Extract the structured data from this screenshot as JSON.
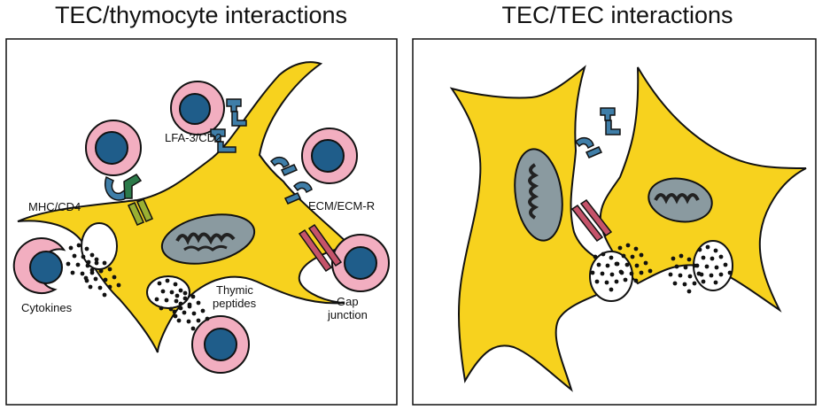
{
  "panels": {
    "left": {
      "title": "TEC/thymocyte interactions",
      "labels": {
        "lfa": "LFA-3/CD2",
        "mhc": "MHC/CD4",
        "ecm": "ECM/ECM-R",
        "cytokines": "Cytokines",
        "thymic_1": "Thymic",
        "thymic_2": "peptides",
        "gap_1": "Gap",
        "gap_2": "junction"
      }
    },
    "right": {
      "title": "TEC/TEC interactions"
    }
  },
  "colors": {
    "tec_cell": "#f7d21e",
    "thymocyte_ring": "#f2aec0",
    "thymocyte_nucleus": "#1f5d8a",
    "tec_nucleus": "#8a9aa0",
    "adhesion_molecule": "#3f7ea8",
    "mhc_cd4": "#2c7a4a",
    "gap_junction": "#c5536a",
    "outline": "#111111"
  },
  "icons": [
    "thymocyte-icon",
    "tec-nucleus-icon",
    "adhesion-molecule-icon",
    "gap-junction-icon",
    "vesicle-icon"
  ]
}
